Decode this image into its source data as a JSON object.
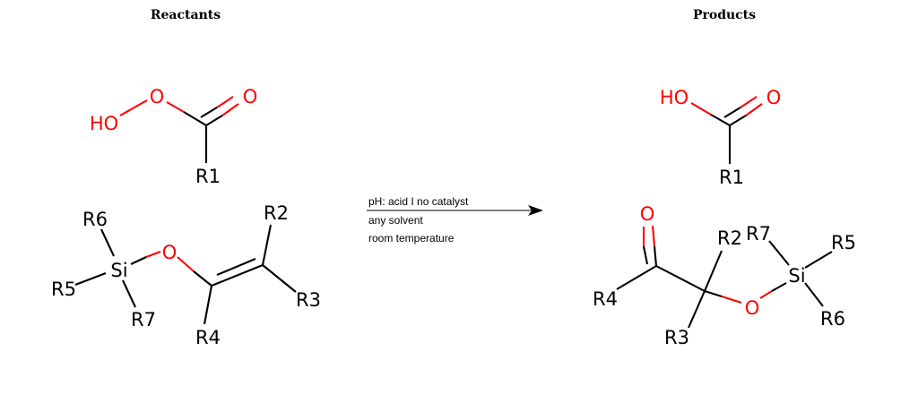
{
  "headings": {
    "reactants": "Reactants",
    "products": "Products"
  },
  "conditions": {
    "line1": "pH: acid I no catalyst",
    "line2": "any solvent",
    "line3": "room temperature"
  },
  "labels": {
    "r_peracid": {
      "ho": "HO",
      "o_link": "O",
      "o_carbonyl": "O",
      "r1": "R1"
    },
    "r_enol": {
      "r6": "R6",
      "si": "Si",
      "o": "O",
      "r2": "R2",
      "r5": "R5",
      "r3": "R3",
      "r7": "R7",
      "r4": "R4"
    },
    "p_acid": {
      "ho": "HO",
      "o_carbonyl": "O",
      "r1": "R1"
    },
    "p_ketone": {
      "o_carbonyl": "O",
      "r2": "R2",
      "r7": "R7",
      "r5": "R5",
      "si": "Si",
      "r4": "R4",
      "o": "O",
      "r6": "R6",
      "r3": "R3"
    }
  },
  "colors": {
    "carbon": "#000000",
    "oxygen": "#ff0000"
  }
}
